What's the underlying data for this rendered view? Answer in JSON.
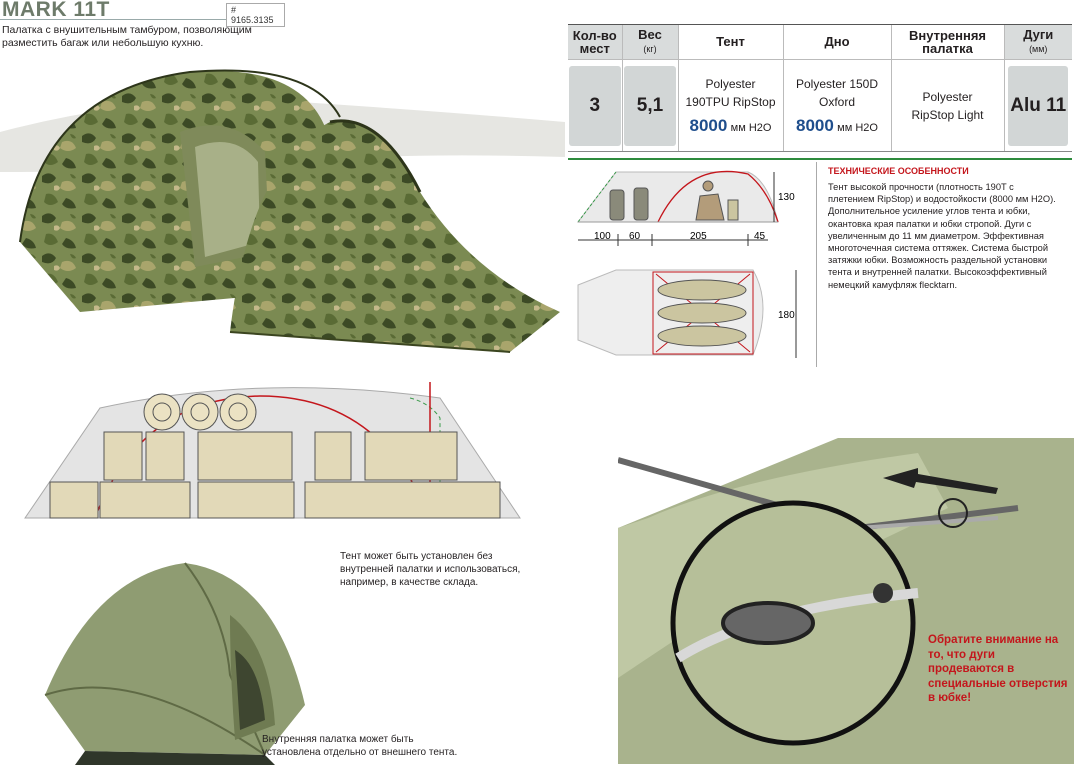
{
  "header": {
    "title": "MARK 11T",
    "sku": "# 9165.3135",
    "subtitle": "Палатка с внушительным тамбуром, позволяющим разместить багаж или небольшую кухню."
  },
  "spec_table": {
    "columns": [
      "Кол-во мест",
      "Вес",
      "Тент",
      "Дно",
      "Внутренняя палатка",
      "Дуги"
    ],
    "units": {
      "weight": "(кг)",
      "poles": "(мм)"
    },
    "values": {
      "places": "3",
      "weight": "5,1",
      "fly_material": "Polyester 190TPU RipStop",
      "fly_wp": "8000",
      "floor_material": "Polyester 150D Oxford",
      "floor_wp": "8000",
      "wp_unit": "мм H2O",
      "inner_material": "Polyester RipStop Light",
      "poles": "Alu 11"
    }
  },
  "dimensions": {
    "side": [
      "100",
      "60",
      "205",
      "45"
    ],
    "height": "130",
    "width": "180"
  },
  "features": {
    "heading": "ТЕХНИЧЕСКИЕ ОСОБЕННОСТИ",
    "text": "Тент высокой прочности (плотность 190T с плетением RipStop) и водостойкости (8000 мм H2O). Дополнительное усиление углов тента и юбки, окантовка края палатки и юбки стропой. Дуги с увеличенным до 11 мм диаметром. Эффективная многоточечная система оттяжек. Система быстрой затяжки юбки. Возможность раздельной установки тента и внутренней палатки. Высокоэффективный немецкий камуфляж flecktarn."
  },
  "captions": {
    "storage": "Тент может быть установлен без внутренней палатки и использоваться, например, в качестве склада.",
    "inner": "Внутренняя палатка может быть установлена отдельно от внешнего тента.",
    "warning": "Обратите внимание на то, что дуги продеваются в специальные отверстия в юбке!"
  },
  "colors": {
    "accent_red": "#c4161c",
    "wp_blue": "#1f4e8c",
    "rule_green": "#2e8b3d",
    "camo_dark": "#4b5a2f",
    "tent_olive": "#8f9c72"
  }
}
